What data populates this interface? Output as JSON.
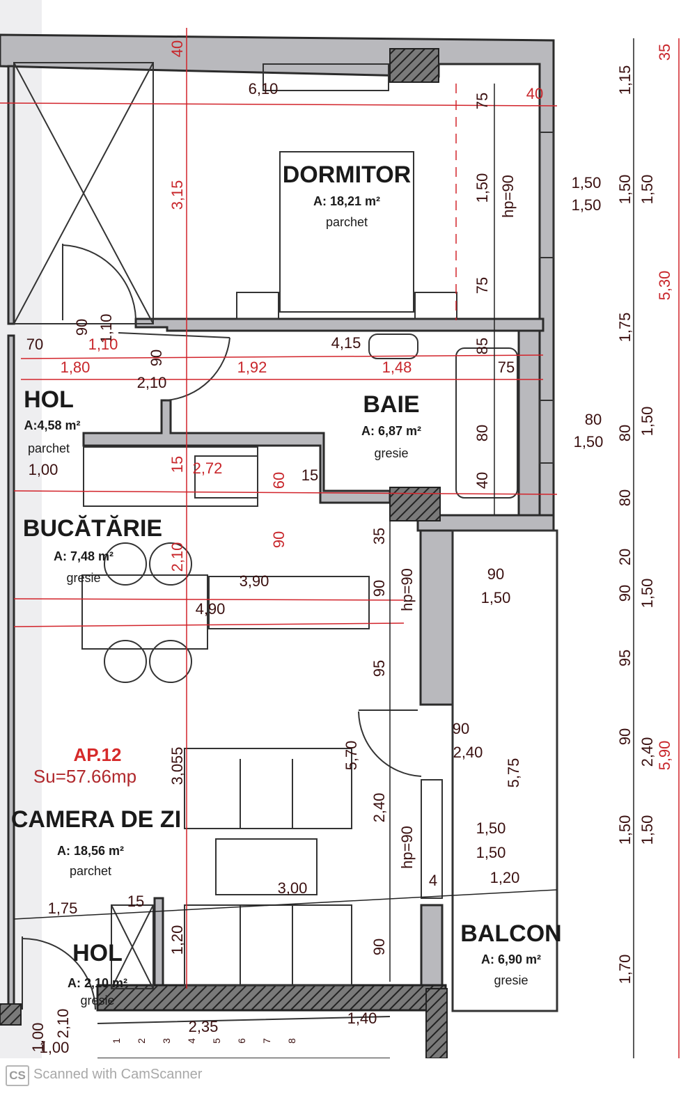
{
  "apartment": {
    "id": "AP.12",
    "usable_area": "Su=57.66mp",
    "color": "#d62a2a"
  },
  "rooms": [
    {
      "name": "DORMITOR",
      "area": "A: 18,21 m²",
      "floor": "parchet"
    },
    {
      "name": "HOL",
      "area": "A:4,58 m²",
      "floor": "parchet"
    },
    {
      "name": "BAIE",
      "area": "A: 6,87 m²",
      "floor": "gresie"
    },
    {
      "name": "BUCĂTĂRIE",
      "area": "A: 7,48 m²",
      "floor": "gresie"
    },
    {
      "name": "CAMERA DE ZI",
      "area": "A: 18,56 m²",
      "floor": "parchet"
    },
    {
      "name": "HOL",
      "area": "A: 2,10 m²",
      "floor": "gresie"
    },
    {
      "name": "BALCON",
      "area": "A: 6,90 m²",
      "floor": "gresie"
    }
  ],
  "dimensions": [
    "40",
    "6,10",
    "75",
    "40",
    "3,15",
    "1,50",
    "hp=90",
    "1,50",
    "1,50",
    "75",
    "90",
    "1,10",
    "70",
    "1,10",
    "4,15",
    "85",
    "1,80",
    "90",
    "1,92",
    "2,10",
    "1,48",
    "75",
    "80",
    "80",
    "1,50",
    "1,00",
    "15",
    "2,72",
    "60",
    "15",
    "40",
    "90",
    "35",
    "2,10",
    "3,90",
    "90",
    "hp=90",
    "90",
    "1,50",
    "4,90",
    "95",
    "5,70",
    "3,055",
    "90",
    "2,40",
    "5,75",
    "2,40",
    "hp=90",
    "1,50",
    "1,50",
    "4",
    "1,20",
    "3,00",
    "1,75",
    "15",
    "1,20",
    "90",
    "1,00",
    "2,10",
    "1,00",
    "2,35",
    "1,40"
  ],
  "side_dimensions": [
    "1,15",
    "35",
    "1,50",
    "1,50",
    "5,30",
    "1,75",
    "1,50",
    "80",
    "80",
    "20",
    "90",
    "1,50",
    "95",
    "90",
    "2,40",
    "5,90",
    "1,50",
    "1,50",
    "1,70"
  ],
  "stair_steps": [
    "1",
    "2",
    "3",
    "4",
    "5",
    "6",
    "7",
    "8"
  ],
  "footer": {
    "logo": "CS",
    "text": "Scanned with CamScanner"
  },
  "colors": {
    "wall": "#2b2b2b",
    "wall_fill": "#b9b9bd",
    "dimension_line": "#d2232a"
  }
}
